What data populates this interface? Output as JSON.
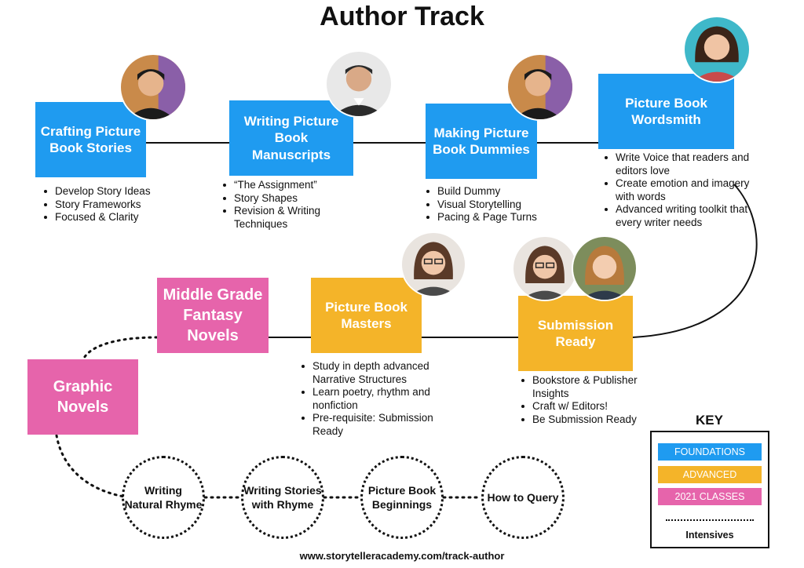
{
  "title": "Author Track",
  "colors": {
    "foundations": "#1f9bf0",
    "advanced": "#f4b429",
    "classes_2021": "#e664ab"
  },
  "courses": {
    "crafting": {
      "label": "Crafting Picture Book Stories",
      "level": "foundations",
      "bullets": [
        "Develop Story Ideas",
        "Story Frameworks",
        "Focused & Clarity"
      ]
    },
    "manuscripts": {
      "label": "Writing Picture Book Manuscripts",
      "level": "foundations",
      "bullets": [
        "“The Assignment”",
        "Story Shapes",
        "Revision & Writing Techniques"
      ]
    },
    "dummies": {
      "label": "Making Picture Book Dummies",
      "level": "foundations",
      "bullets": [
        "Build Dummy",
        "Visual Storytelling",
        "Pacing & Page Turns"
      ]
    },
    "wordsmith": {
      "label": "Picture Book Wordsmith",
      "level": "foundations",
      "bullets": [
        "Write Voice that readers and editors love",
        "Create emotion and imagery with words",
        "Advanced writing toolkit that every writer needs"
      ]
    },
    "submission": {
      "label": "Submission Ready",
      "level": "advanced",
      "bullets": [
        "Bookstore & Publisher Insights",
        "Craft w/ Editors!",
        "Be Submission Ready"
      ]
    },
    "masters": {
      "label": "Picture Book Masters",
      "level": "advanced",
      "bullets": [
        "Study in depth advanced Narrative Structures",
        "Learn poetry, rhythm and nonfiction",
        "Pre-requisite: Submission Ready"
      ]
    },
    "middle_grade": {
      "label": "Middle Grade Fantasy Novels",
      "level": "classes_2021"
    },
    "graphic": {
      "label": "Graphic Novels",
      "level": "classes_2021"
    }
  },
  "intensives": [
    "Writing Natural Rhyme",
    "Writing Stories with Rhyme",
    "Picture Book Beginnings",
    "How to Query"
  ],
  "key": {
    "title": "KEY",
    "foundations": "FOUNDATIONS",
    "advanced": "ADVANCED",
    "classes_2021": "2021 CLASSES",
    "intensives": "Intensives"
  },
  "url": "www.storytelleracademy.com/track-author"
}
